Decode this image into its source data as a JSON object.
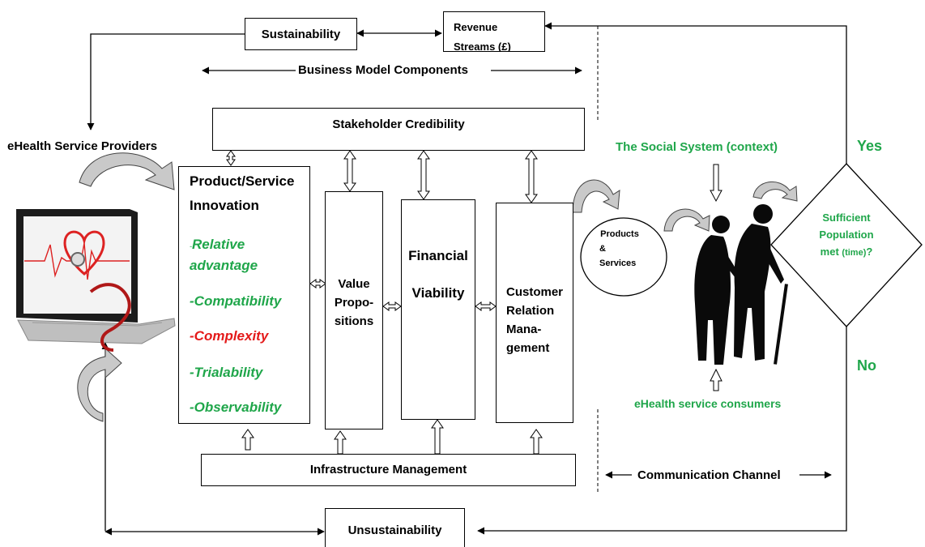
{
  "boxes": {
    "sustainability": "Sustainability",
    "revenue_streams": "Revenue Streams (£)",
    "stakeholder_credibility": "Stakeholder Credibility",
    "infrastructure_management": "Infrastructure Management",
    "unsustainability": "Unsustainability"
  },
  "labels": {
    "business_model_components": "Business Model Components",
    "ehealth_providers": "eHealth Service Providers",
    "social_system": "The Social System (context)",
    "ehealth_consumers": "eHealth service consumers",
    "communication_channel": "Communication Channel",
    "yes": "Yes",
    "no": "No"
  },
  "innovation": {
    "title_line1": "Product/Service",
    "title_line2": "Innovation",
    "attr1_prefix": "-",
    "attr1_line1": "Relative",
    "attr1_line2": "advantage",
    "attr2": "-Compatibility",
    "attr3": "-Complexity",
    "attr4": "-Trialability",
    "attr5": "-Observability"
  },
  "value_propositions": {
    "line1": "Value",
    "line2": "Propo-",
    "line3": "sitions"
  },
  "financial_viability": {
    "line1": "Financial",
    "line2": "Viability"
  },
  "crm": {
    "line1": "Customer",
    "line2": "Relation",
    "line3": "Mana-",
    "line4": "gement"
  },
  "products_services": {
    "line1": "Products",
    "line2": "&",
    "line3": "Services"
  },
  "decision": {
    "line1": "Sufficient",
    "line2": "Population",
    "line3_main": "met",
    "line3_paren": "(time)",
    "line3_end": "?"
  },
  "colors": {
    "attribute_green": "#1fa64a",
    "complexity_red": "#e41a1a",
    "line": "#000000"
  },
  "icons": [
    "laptop-heartbeat-stethoscope-image",
    "elderly-couple-silhouette",
    "curved-arrow-icon"
  ]
}
